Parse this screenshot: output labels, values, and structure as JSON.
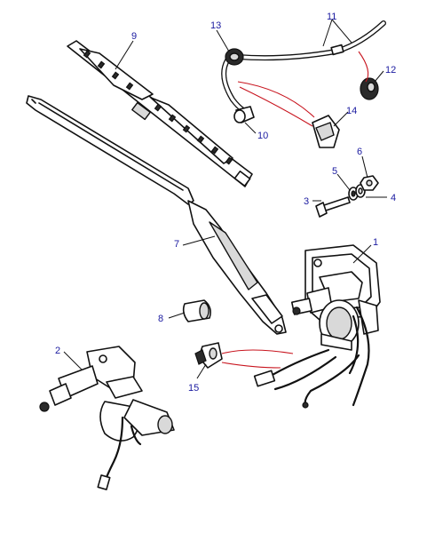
{
  "callouts": [
    {
      "id": "c1",
      "text": "1"
    },
    {
      "id": "c2",
      "text": "2"
    },
    {
      "id": "c3",
      "text": "3"
    },
    {
      "id": "c4",
      "text": "4"
    },
    {
      "id": "c5",
      "text": "5"
    },
    {
      "id": "c6",
      "text": "6"
    },
    {
      "id": "c7",
      "text": "7"
    },
    {
      "id": "c8",
      "text": "8"
    },
    {
      "id": "c9",
      "text": "9"
    },
    {
      "id": "c10",
      "text": "10"
    },
    {
      "id": "c11",
      "text": "11"
    },
    {
      "id": "c12",
      "text": "12"
    },
    {
      "id": "c13",
      "text": "13"
    },
    {
      "id": "c14",
      "text": "14"
    },
    {
      "id": "c15",
      "text": "15"
    }
  ],
  "colors": {
    "callout_text": "#1a1aa0",
    "leader_red": "#c8141e",
    "ink": "#111111"
  }
}
